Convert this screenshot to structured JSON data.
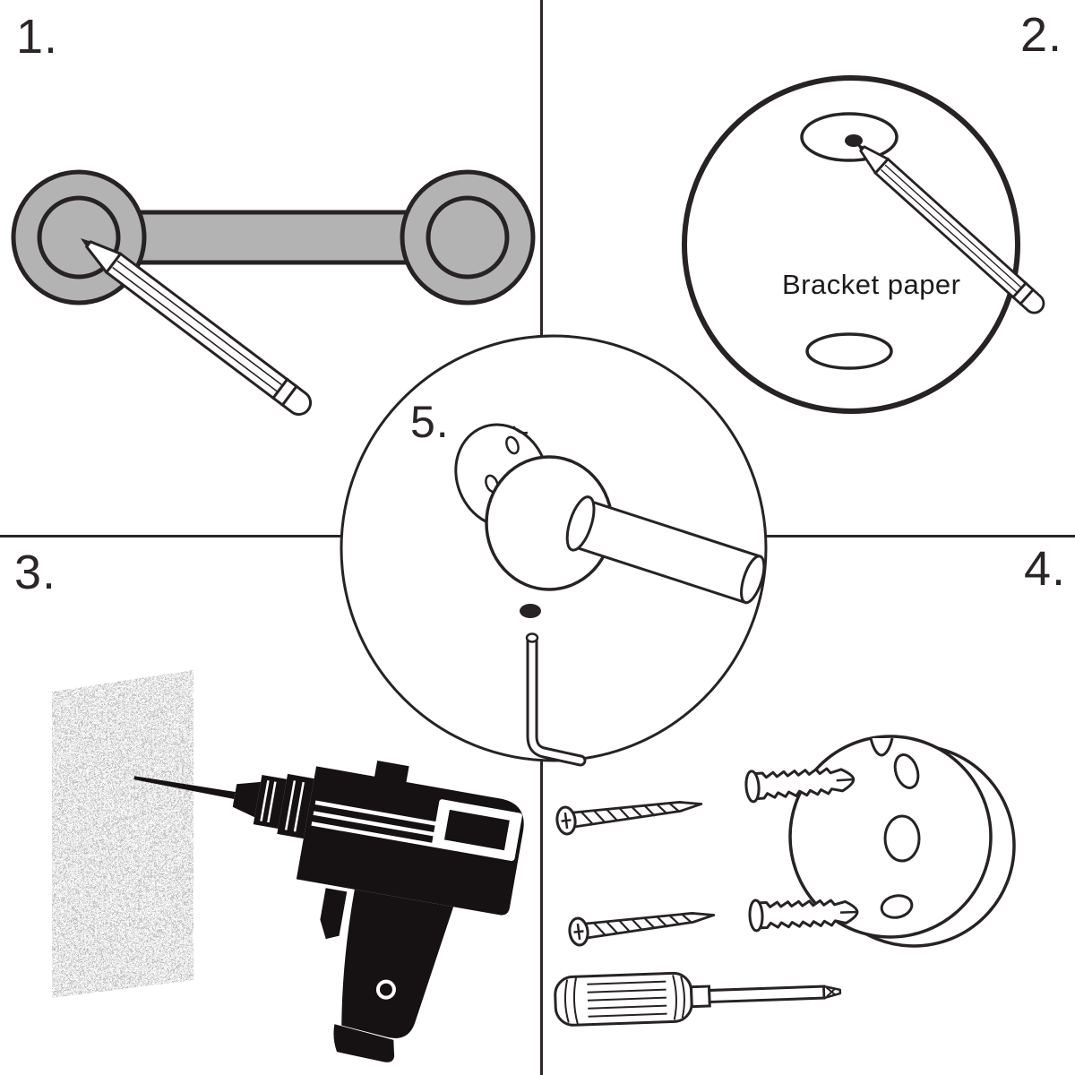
{
  "steps": [
    {
      "label": "1.",
      "illustration": "towel-bar-with-pencil-marking"
    },
    {
      "label": "2.",
      "illustration": "bracket-paper-pencil-marking",
      "caption": "Bracket paper"
    },
    {
      "label": "3.",
      "illustration": "drill-holes-in-wall"
    },
    {
      "label": "4.",
      "illustration": "screws-anchors-bracket-screwdriver"
    },
    {
      "label": "5.",
      "illustration": "fix-bracket-post-with-hex-key"
    }
  ],
  "colors": {
    "outline": "#272223",
    "bar_gray": "#b3b3b3",
    "drill_black": "#161213",
    "background": "#ffffff"
  }
}
